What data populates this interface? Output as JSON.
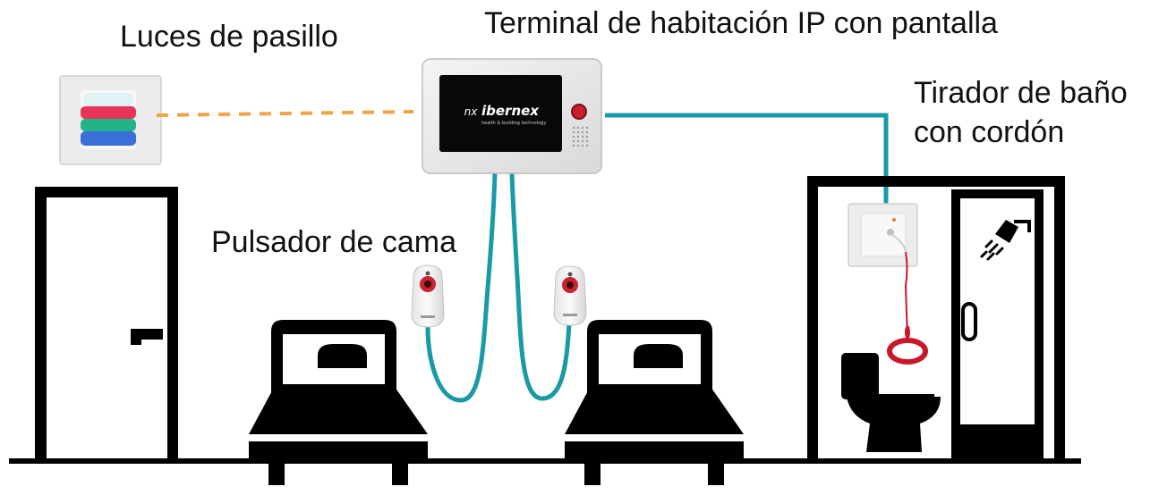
{
  "labels": {
    "terminal": "Terminal de habitación IP con pantalla",
    "corridor_lights": "Luces de pasillo",
    "bath_pull": "Tirador de baño con cordón",
    "bed_button": "Pulsador de cama"
  },
  "device": {
    "brand": "ibernex",
    "brand_tagline": "health & building technology",
    "logo_mark": "nx"
  },
  "icons": {
    "shower": "shower-icon",
    "toilet": "toilet-icon",
    "door": "door-icon",
    "bed": "bed-icon"
  },
  "colors": {
    "cable": "#1a9aa6",
    "wireless_link": "#f0a347",
    "light_red": "#e8335a",
    "light_green": "#22b389",
    "light_blue": "#3a6fd8",
    "pull_cord": "#c8192b"
  }
}
